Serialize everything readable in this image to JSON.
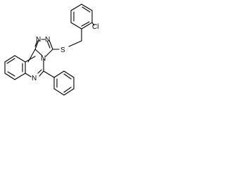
{
  "atoms": [
    {
      "id": "cl",
      "symbol": "Cl"
    },
    {
      "id": "s",
      "symbol": "S"
    },
    {
      "id": "n_triazole_1",
      "symbol": "N"
    },
    {
      "id": "n_triazole_2",
      "symbol": "N"
    },
    {
      "id": "n_bridge",
      "symbol": "N"
    },
    {
      "id": "n_quinazoline",
      "symbol": "N"
    }
  ],
  "colors": {
    "bond": "#000000",
    "label": "#000000",
    "background": "#ffffff"
  }
}
